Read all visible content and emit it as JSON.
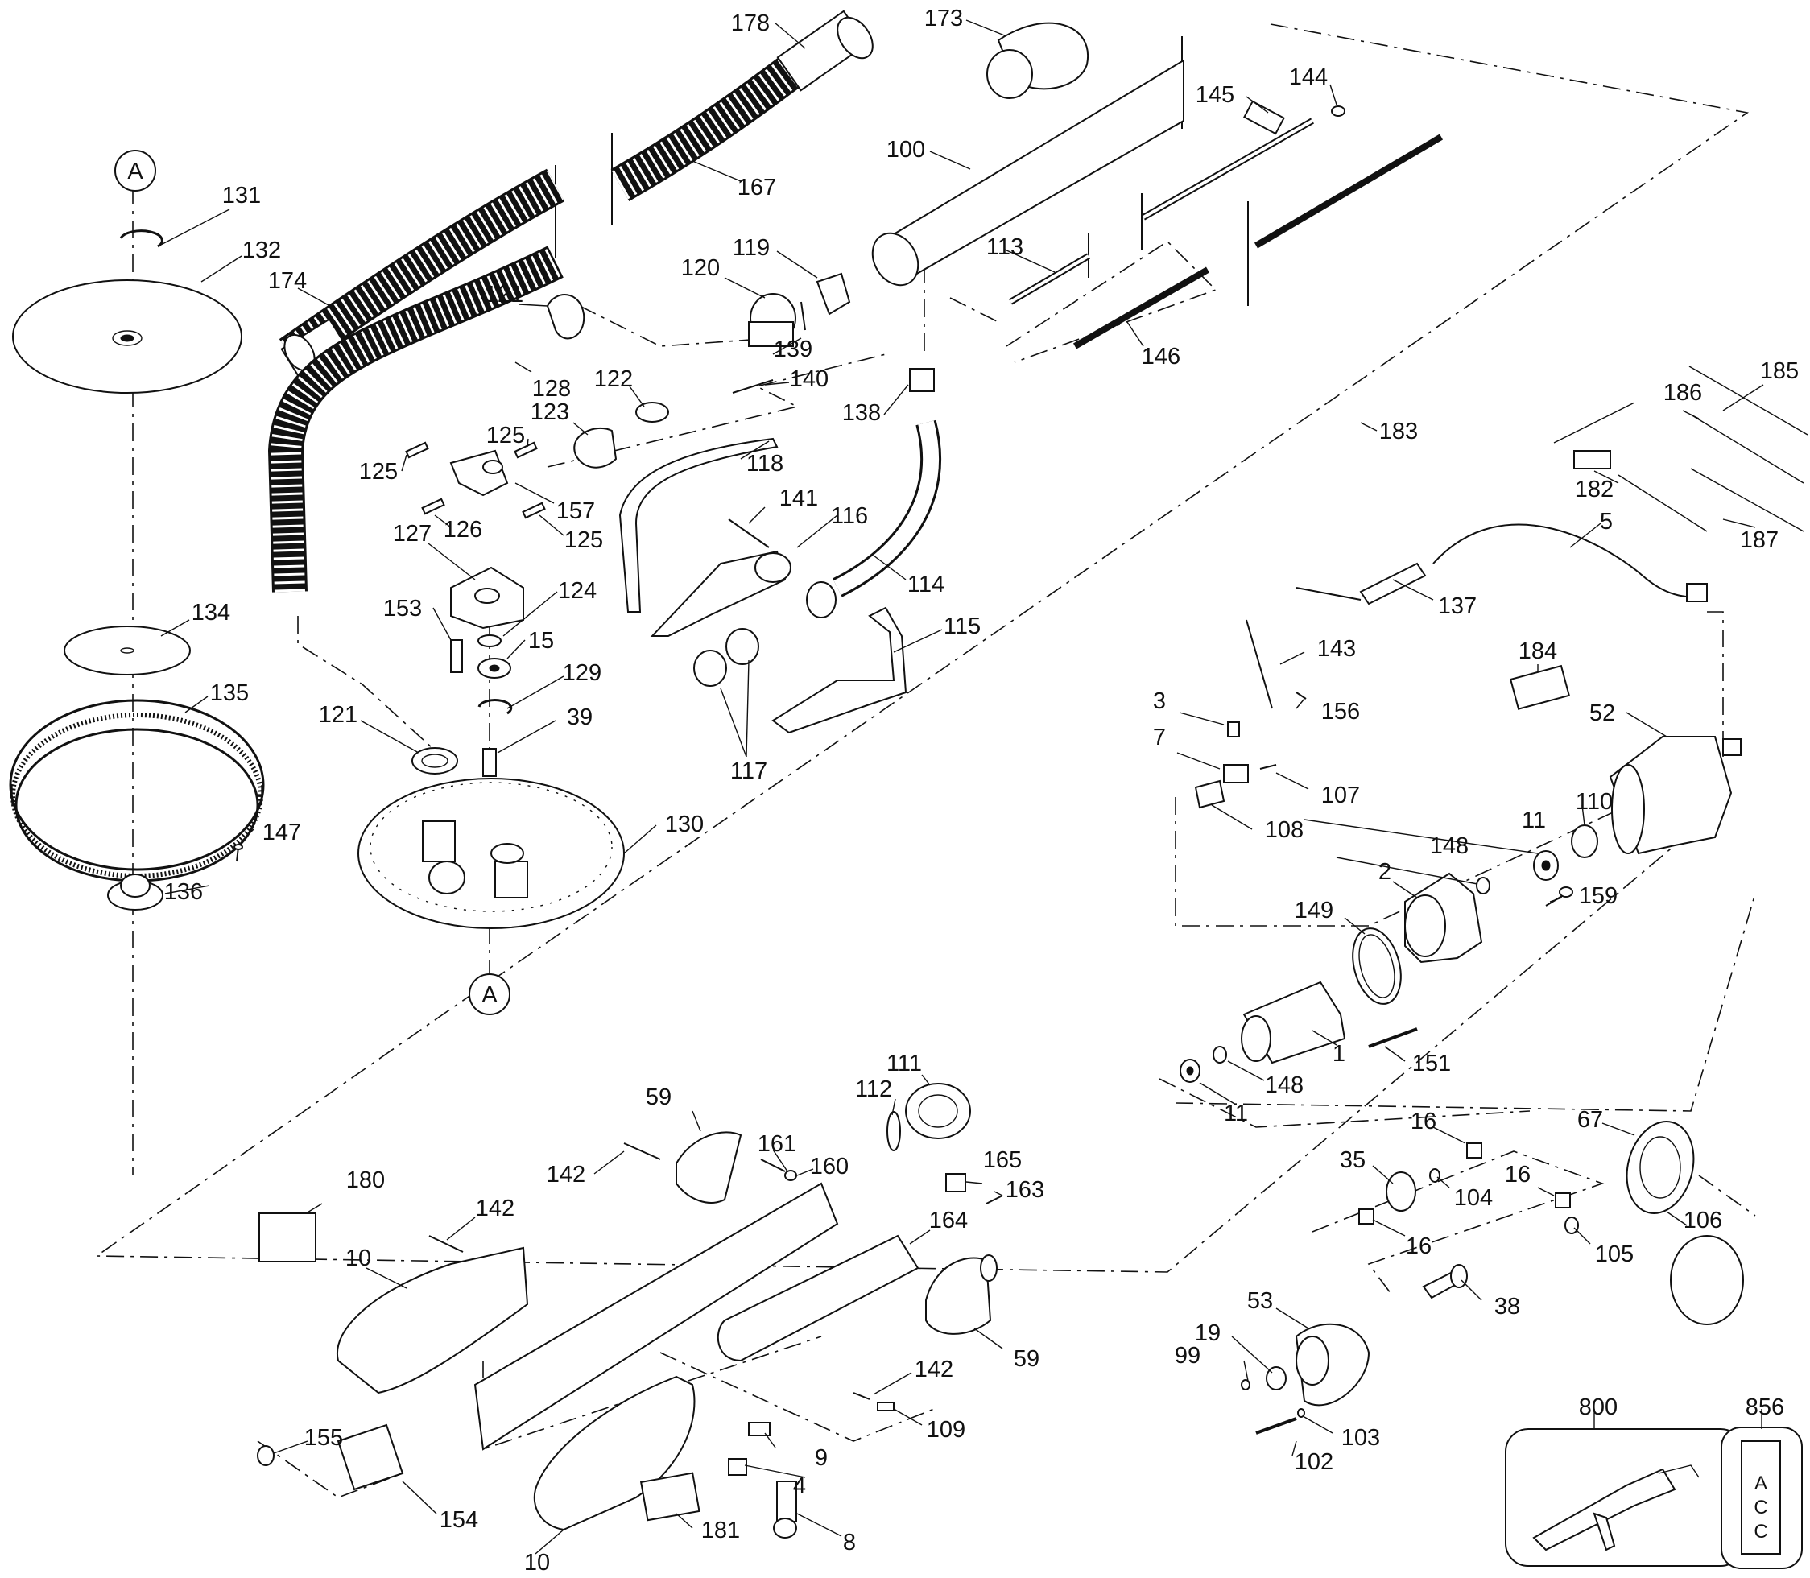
{
  "callouts": [
    {
      "id": "p178",
      "label": "178"
    },
    {
      "id": "p173",
      "label": "173"
    },
    {
      "id": "p145",
      "label": "145"
    },
    {
      "id": "p144",
      "label": "144"
    },
    {
      "id": "p100",
      "label": "100"
    },
    {
      "id": "p167",
      "label": "167"
    },
    {
      "id": "p131",
      "label": "131"
    },
    {
      "id": "p132",
      "label": "132"
    },
    {
      "id": "p174",
      "label": "174"
    },
    {
      "id": "p119",
      "label": "119"
    },
    {
      "id": "p120",
      "label": "120"
    },
    {
      "id": "p113",
      "label": "113"
    },
    {
      "id": "p121a",
      "label": "121"
    },
    {
      "id": "p139",
      "label": "139"
    },
    {
      "id": "p128",
      "label": "128"
    },
    {
      "id": "p122",
      "label": "122"
    },
    {
      "id": "p140",
      "label": "140"
    },
    {
      "id": "p146",
      "label": "146"
    },
    {
      "id": "p185",
      "label": "185"
    },
    {
      "id": "p138",
      "label": "138"
    },
    {
      "id": "p186",
      "label": "186"
    },
    {
      "id": "p123",
      "label": "123"
    },
    {
      "id": "p125a",
      "label": "125"
    },
    {
      "id": "p183",
      "label": "183"
    },
    {
      "id": "p125b",
      "label": "125"
    },
    {
      "id": "p118",
      "label": "118"
    },
    {
      "id": "p157",
      "label": "157"
    },
    {
      "id": "p182",
      "label": "182"
    },
    {
      "id": "p141",
      "label": "141"
    },
    {
      "id": "p116",
      "label": "116"
    },
    {
      "id": "p126",
      "label": "126"
    },
    {
      "id": "p125c",
      "label": "125"
    },
    {
      "id": "p187",
      "label": "187"
    },
    {
      "id": "p5",
      "label": "5"
    },
    {
      "id": "p127",
      "label": "127"
    },
    {
      "id": "p114",
      "label": "114"
    },
    {
      "id": "p124",
      "label": "124"
    },
    {
      "id": "p137",
      "label": "137"
    },
    {
      "id": "p153",
      "label": "153"
    },
    {
      "id": "p134",
      "label": "134"
    },
    {
      "id": "p15",
      "label": "15"
    },
    {
      "id": "p115",
      "label": "115"
    },
    {
      "id": "p143",
      "label": "143"
    },
    {
      "id": "p184",
      "label": "184"
    },
    {
      "id": "p129",
      "label": "129"
    },
    {
      "id": "p135",
      "label": "135"
    },
    {
      "id": "p3",
      "label": "3"
    },
    {
      "id": "p156",
      "label": "156"
    },
    {
      "id": "p121b",
      "label": "121"
    },
    {
      "id": "p39",
      "label": "39"
    },
    {
      "id": "p52",
      "label": "52"
    },
    {
      "id": "p117",
      "label": "117"
    },
    {
      "id": "p7",
      "label": "7"
    },
    {
      "id": "p107",
      "label": "107"
    },
    {
      "id": "p147",
      "label": "147"
    },
    {
      "id": "p130",
      "label": "130"
    },
    {
      "id": "p110",
      "label": "110"
    },
    {
      "id": "p108",
      "label": "108"
    },
    {
      "id": "p11a",
      "label": "11"
    },
    {
      "id": "p148a",
      "label": "148"
    },
    {
      "id": "p136",
      "label": "136"
    },
    {
      "id": "p2",
      "label": "2"
    },
    {
      "id": "p159",
      "label": "159"
    },
    {
      "id": "p149",
      "label": "149"
    },
    {
      "id": "p1",
      "label": "1"
    },
    {
      "id": "p151",
      "label": "151"
    },
    {
      "id": "p148b",
      "label": "148"
    },
    {
      "id": "p11b",
      "label": "11"
    },
    {
      "id": "p111",
      "label": "111"
    },
    {
      "id": "p59a",
      "label": "59"
    },
    {
      "id": "p112",
      "label": "112"
    },
    {
      "id": "p16a",
      "label": "16"
    },
    {
      "id": "p67",
      "label": "67"
    },
    {
      "id": "p161",
      "label": "161"
    },
    {
      "id": "p142a",
      "label": "142"
    },
    {
      "id": "p160",
      "label": "160"
    },
    {
      "id": "p35",
      "label": "35"
    },
    {
      "id": "p165",
      "label": "165"
    },
    {
      "id": "p180",
      "label": "180"
    },
    {
      "id": "p104",
      "label": "104"
    },
    {
      "id": "p16b",
      "label": "16"
    },
    {
      "id": "p163",
      "label": "163"
    },
    {
      "id": "p142b",
      "label": "142"
    },
    {
      "id": "p164",
      "label": "164"
    },
    {
      "id": "p106",
      "label": "106"
    },
    {
      "id": "p16c",
      "label": "16"
    },
    {
      "id": "p10a",
      "label": "10"
    },
    {
      "id": "p105",
      "label": "105"
    },
    {
      "id": "p53",
      "label": "53"
    },
    {
      "id": "p38",
      "label": "38"
    },
    {
      "id": "p59b",
      "label": "59"
    },
    {
      "id": "p19",
      "label": "19"
    },
    {
      "id": "p99",
      "label": "99"
    },
    {
      "id": "p142c",
      "label": "142"
    },
    {
      "id": "p109",
      "label": "109"
    },
    {
      "id": "p800",
      "label": "800"
    },
    {
      "id": "p856",
      "label": "856"
    },
    {
      "id": "p103",
      "label": "103"
    },
    {
      "id": "p155",
      "label": "155"
    },
    {
      "id": "p9",
      "label": "9"
    },
    {
      "id": "p4",
      "label": "4"
    },
    {
      "id": "p102",
      "label": "102"
    },
    {
      "id": "p154",
      "label": "154"
    },
    {
      "id": "p181",
      "label": "181"
    },
    {
      "id": "p8",
      "label": "8"
    },
    {
      "id": "p10b",
      "label": "10"
    }
  ],
  "circle_markers": [
    {
      "id": "mA1",
      "label": "A"
    },
    {
      "id": "mA2",
      "label": "A"
    }
  ],
  "acc_letters": [
    "A",
    "C",
    "C"
  ]
}
